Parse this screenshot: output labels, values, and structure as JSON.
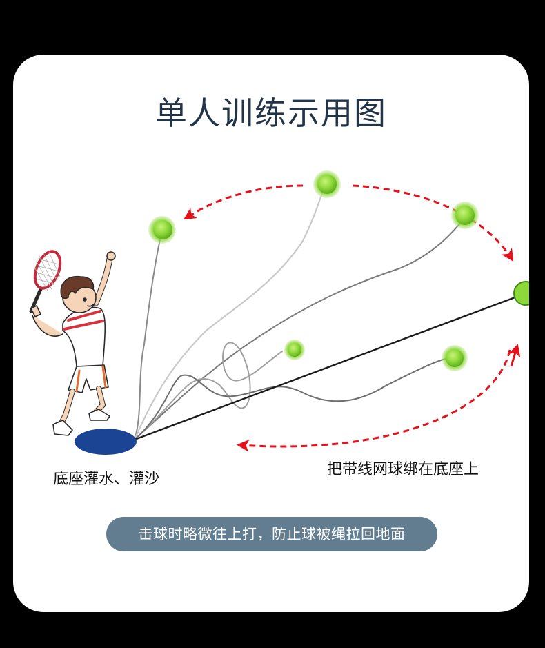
{
  "title": "单人训练示用图",
  "labels": {
    "base": "底座灌水、灌沙",
    "tie": "把带线网球绑在底座上"
  },
  "hint": "击球时略微往上打，防止球被绳拉回地面",
  "colors": {
    "background": "#000000",
    "card": "#ffffff",
    "title": "#223447",
    "hint_bg": "#637d90",
    "arrow": "#e8101b",
    "base": "#1b4494",
    "ball": "#8ed93a"
  },
  "icons": [
    "tennis-player-icon",
    "tennis-racket-icon",
    "tennis-ball-icon",
    "trainer-base-icon"
  ]
}
